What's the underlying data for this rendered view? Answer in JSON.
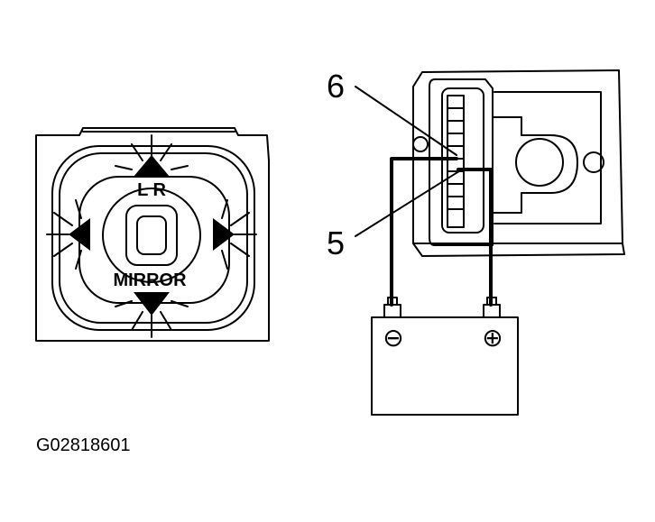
{
  "switch": {
    "top_label": "L   R",
    "bottom_label": "MIRROR"
  },
  "connector": {
    "pin_upper_label": "6",
    "pin_lower_label": "5"
  },
  "battery": {
    "negative_symbol": "⊖",
    "positive_symbol": "⊕"
  },
  "figure_id": "G02818601"
}
